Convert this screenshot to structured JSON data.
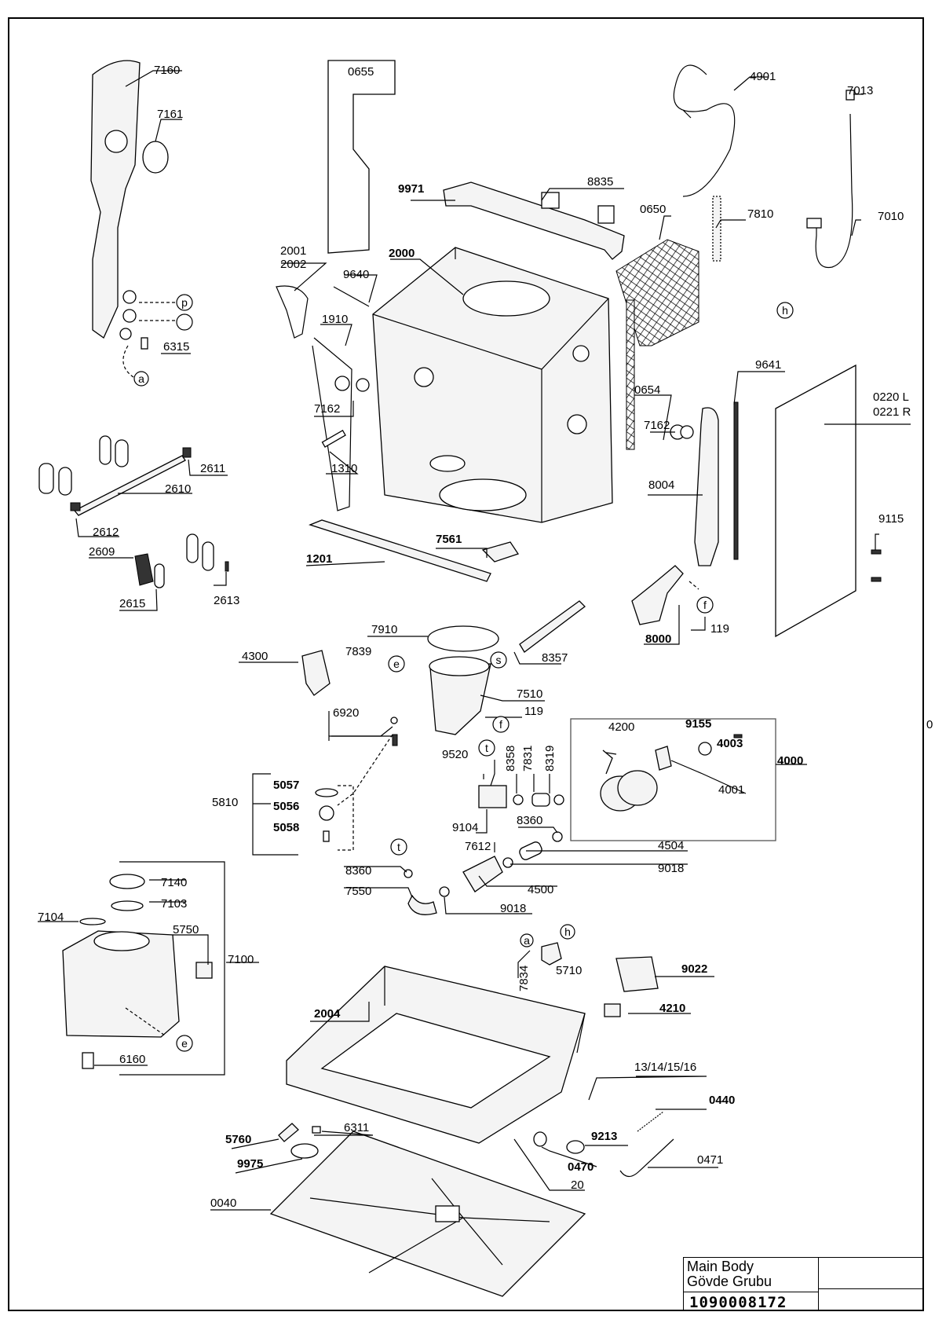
{
  "title_block": {
    "title_en": "Main Body",
    "title_tr": "Gövde Grubu",
    "drawing_number": "1090008172"
  },
  "edge_mark": "0",
  "labels": {
    "p7160": "7160",
    "p7161": "7161",
    "p6315": "6315",
    "p0655": "0655",
    "p9971": "9971",
    "p8835": "8835",
    "p4901": "4901",
    "p7013": "7013",
    "p7810": "7810",
    "p7010": "7010",
    "p0650": "0650",
    "p2001": "2001",
    "p2002": "2002",
    "p2000": "2000",
    "p9640": "9640",
    "p1910": "1910",
    "p7162a": "7162",
    "p1310": "1310",
    "p0654": "0654",
    "p7162b": "7162",
    "p9641": "9641",
    "p0220": "0220 L",
    "p0221": "0221 R",
    "p8004": "8004",
    "p9115": "9115",
    "p2611": "2611",
    "p2610": "2610",
    "p2612": "2612",
    "p2609": "2609",
    "p2615": "2615",
    "p2613": "2613",
    "p1201": "1201",
    "p7561": "7561",
    "p119a": "119",
    "p8000": "8000",
    "p7910": "7910",
    "p4300": "4300",
    "p7839": "7839",
    "p8357": "8357",
    "p7510": "7510",
    "p119b": "119",
    "p6920": "6920",
    "p4200": "4200",
    "p9155": "9155",
    "p4003": "4003",
    "p4000": "4000",
    "p4001": "4001",
    "p9520": "9520",
    "p8358": "8358",
    "p7831": "7831",
    "p8319": "8319",
    "p5810": "5810",
    "p5057": "5057",
    "p5056": "5056",
    "p5058": "5058",
    "p9104": "9104",
    "p8360a": "8360",
    "p7612": "7612",
    "p4504": "4504",
    "p9018a": "9018",
    "p8360b": "8360",
    "p7550": "7550",
    "p4500": "4500",
    "p9018b": "9018",
    "p7140": "7140",
    "p7103": "7103",
    "p7104": "7104",
    "p5750": "5750",
    "p7100": "7100",
    "p6160": "6160",
    "p7834": "7834",
    "p5710": "5710",
    "p9022": "9022",
    "p4210": "4210",
    "p2004": "2004",
    "p1316": "13/14/15/16",
    "p0440": "0440",
    "p5760": "5760",
    "p6311": "6311",
    "p9213": "9213",
    "p9975": "9975",
    "p0470": "0470",
    "p0471": "0471",
    "p0040": "0040",
    "p20": "20"
  },
  "markers": {
    "p": "p",
    "blank": "",
    "a1": "a",
    "h1": "h",
    "f1": "f",
    "e1": "e",
    "s": "s",
    "f2": "f",
    "t1": "t",
    "t2": "t",
    "e2": "e",
    "a2": "a",
    "h2": "h"
  }
}
